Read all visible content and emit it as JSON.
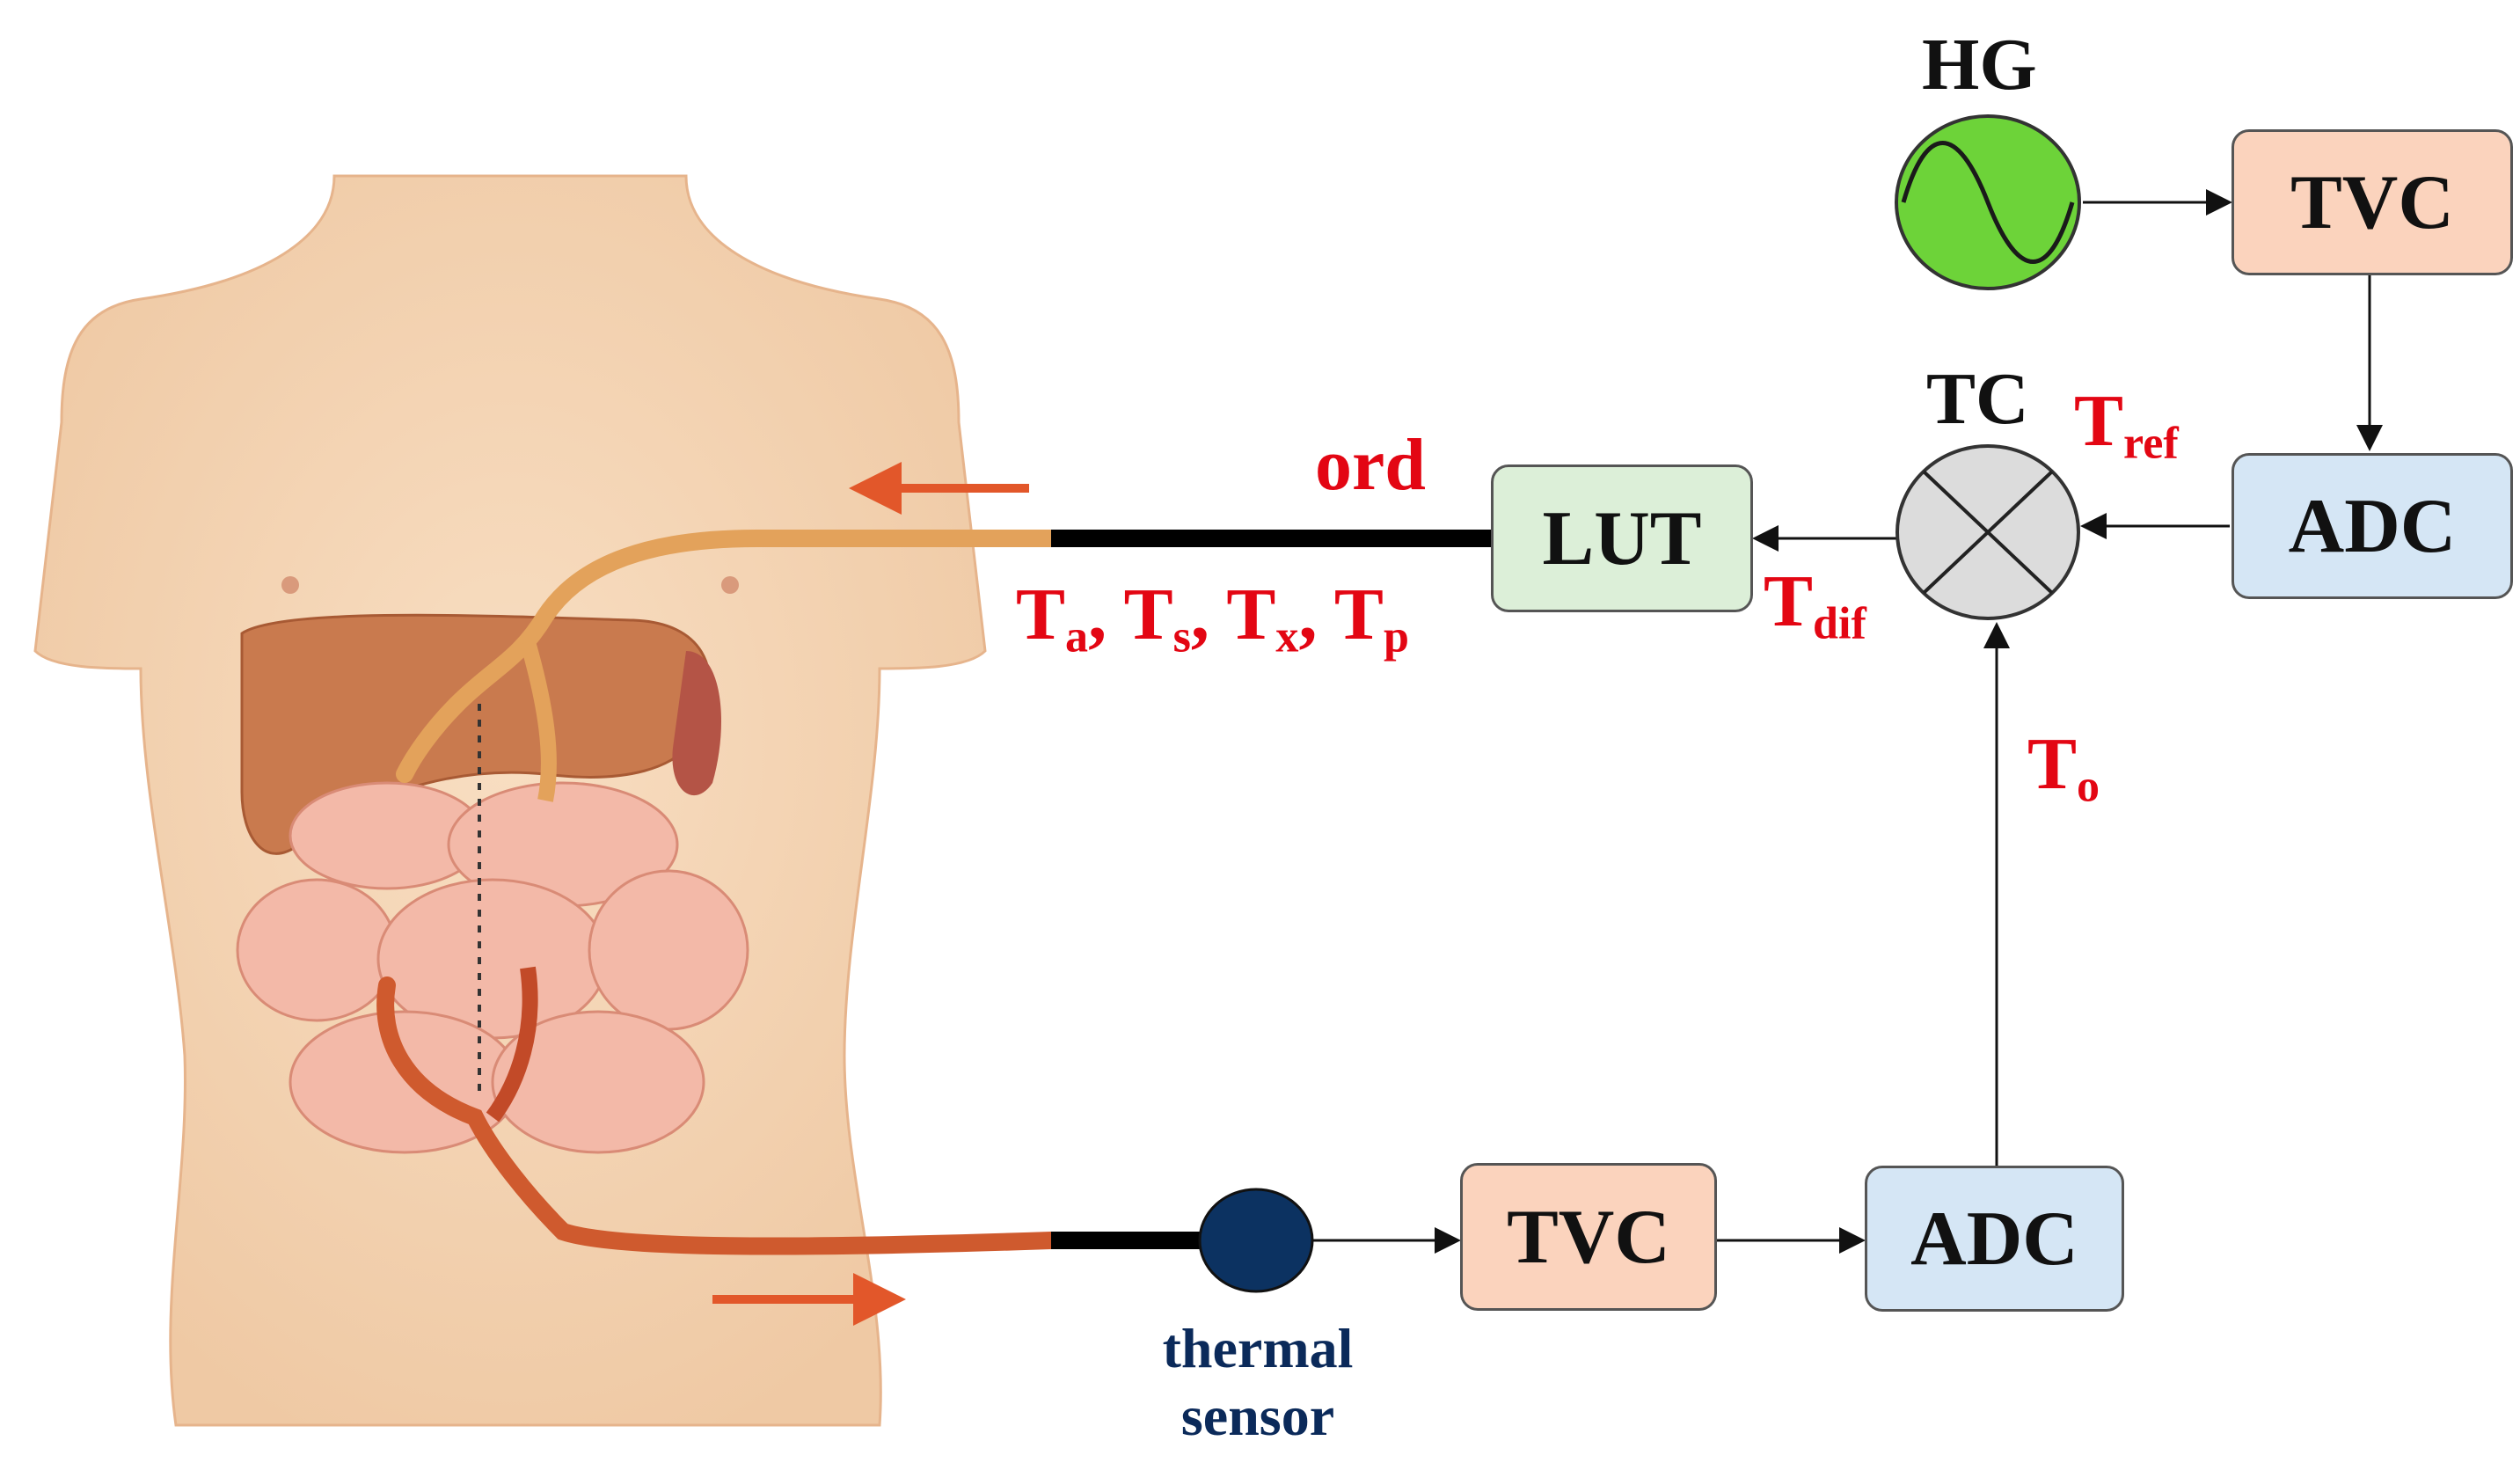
{
  "colors": {
    "tvc": "#fbd3bd",
    "adc": "#d5e6f5",
    "lut": "#dcefd8",
    "hg": "#6dd339",
    "tc": "#dcdcdc",
    "sensor": "#0c3261",
    "label_red": "#e30613",
    "tube": "#d9883b",
    "skin": "#f4d8b8"
  },
  "nodes": {
    "hg": "HG",
    "tvc_top": "TVC",
    "adc_top": "ADC",
    "tc": "TC",
    "lut": "LUT",
    "tvc_bottom": "TVC",
    "adc_bottom": "ADC",
    "sensor_line1": "thermal",
    "sensor_line2": "sensor"
  },
  "signals": {
    "ord": "ord",
    "tref": {
      "base": "T",
      "sub": "ref"
    },
    "tdif": {
      "base": "T",
      "sub": "dif"
    },
    "to": {
      "base": "T",
      "sub": "o"
    },
    "outputs": [
      {
        "base": "T",
        "sub": "a",
        "sep": ", "
      },
      {
        "base": "T",
        "sub": "s",
        "sep": ", "
      },
      {
        "base": "T",
        "sub": "x",
        "sep": ", "
      },
      {
        "base": "T",
        "sub": "p",
        "sep": ""
      }
    ]
  },
  "icons": {
    "body": "human-torso-digestive-illustration",
    "hg": "sine-wave-icon",
    "tc": "multiplier-cross-icon",
    "sensor": "sensor-dot-icon"
  }
}
